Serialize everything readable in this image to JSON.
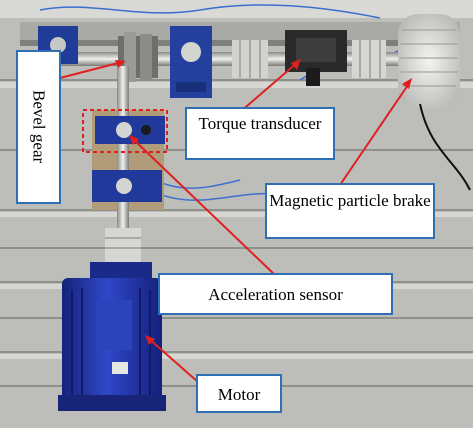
{
  "labels": {
    "bevel_gear": "Bevel gear",
    "torque_transducer": "Torque transducer",
    "magnetic_brake": "Magnetic particle brake",
    "acceleration_sensor": "Acceleration sensor",
    "motor": "Motor"
  },
  "colors": {
    "callout_border": "#2f6fb3",
    "arrow": "#e02020",
    "sensor_box": "#e02020",
    "motor_blue": "#2236a8",
    "rig_grey": "#c8c8c6"
  }
}
